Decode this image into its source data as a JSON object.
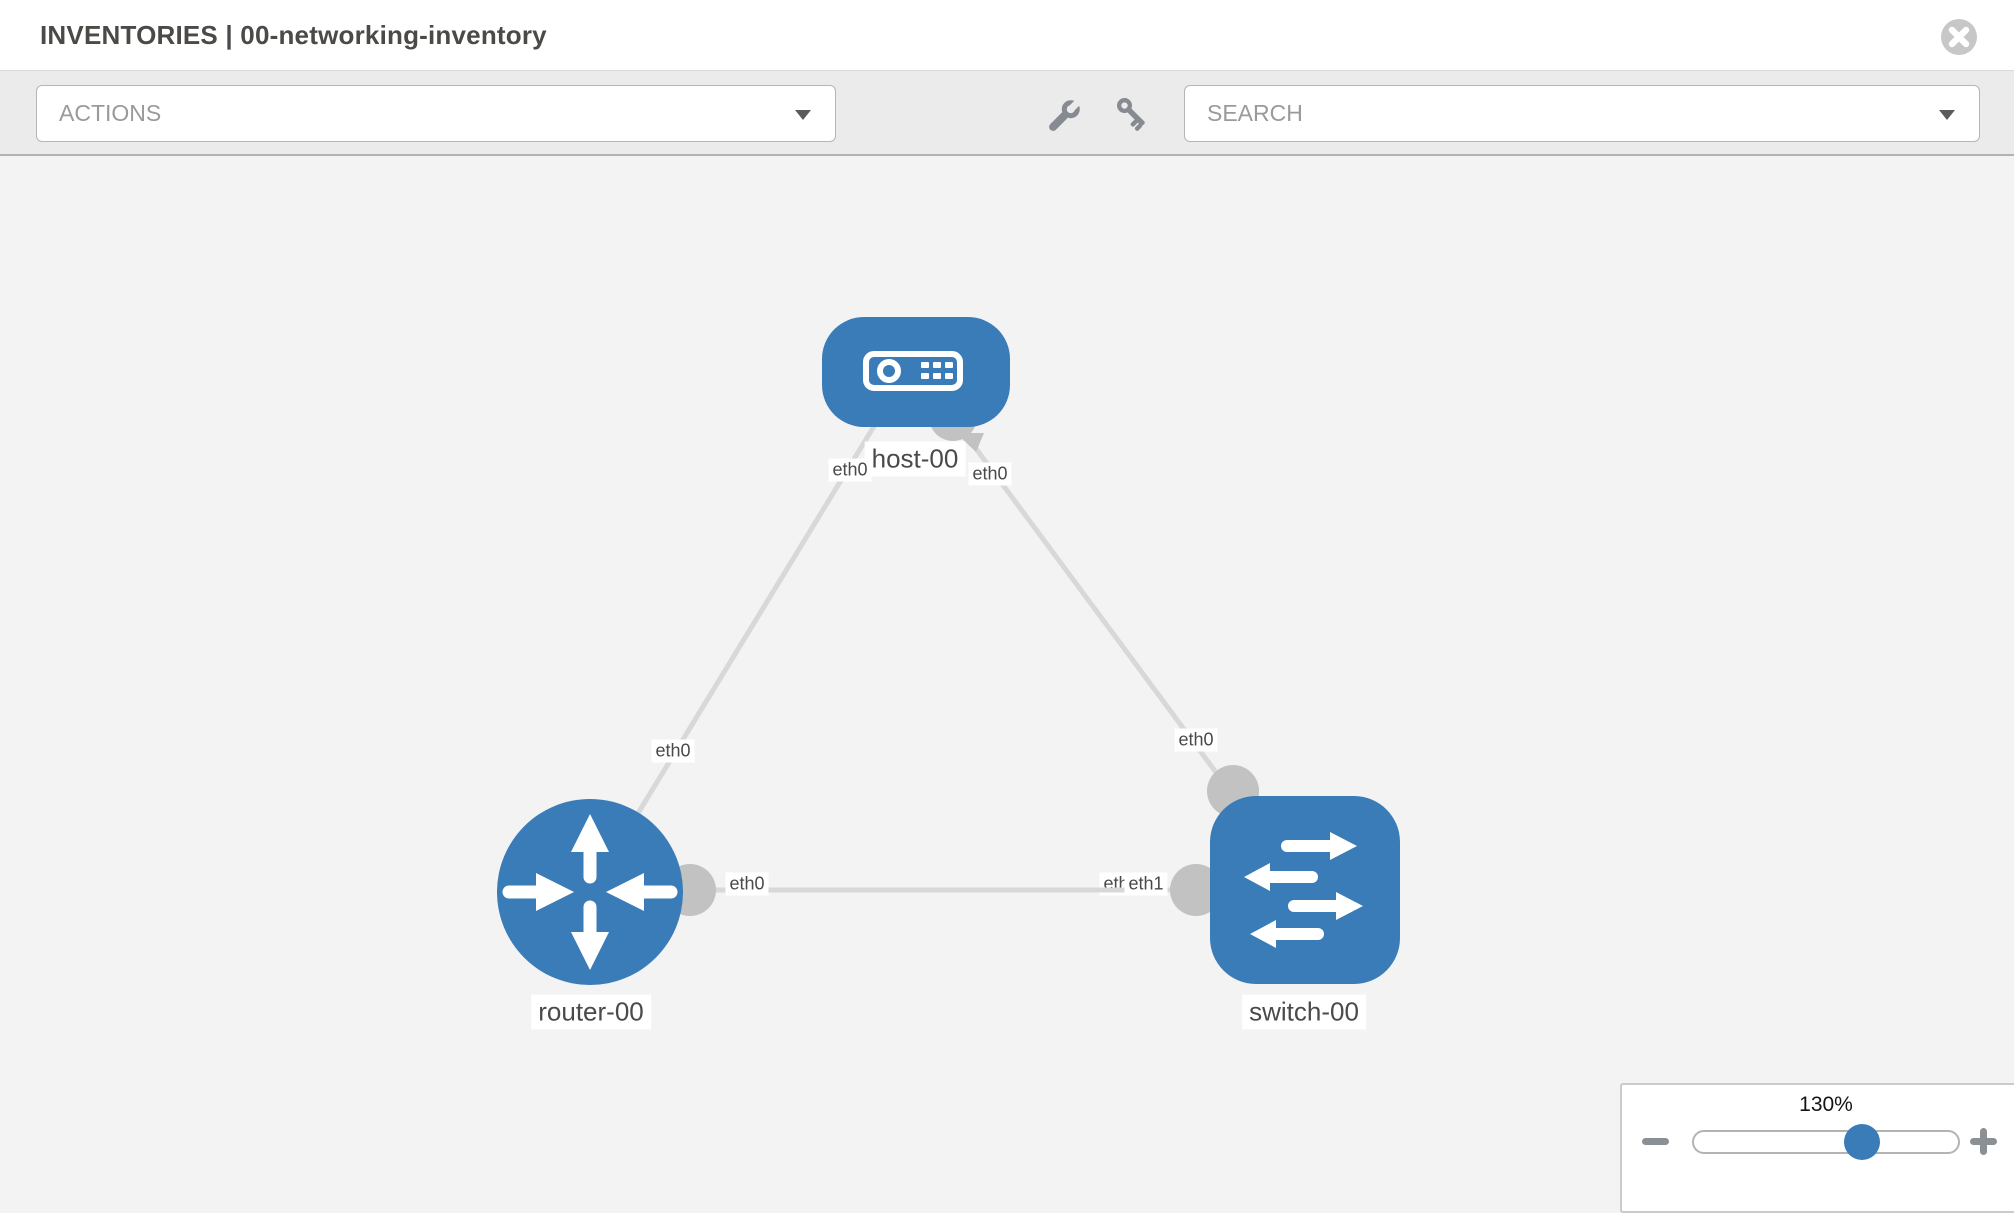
{
  "header": {
    "title": "INVENTORIES | 00-networking-inventory"
  },
  "toolbar": {
    "actions_label": "ACTIONS",
    "search_label": "SEARCH",
    "icons": [
      "wrench-icon",
      "key-icon"
    ]
  },
  "topology": {
    "nodes": [
      {
        "id": "host-00",
        "type": "host",
        "label": "host-00"
      },
      {
        "id": "router-00",
        "type": "router",
        "label": "router-00"
      },
      {
        "id": "switch-00",
        "type": "switch",
        "label": "switch-00"
      }
    ],
    "links": [
      {
        "from": "host-00",
        "from_if": "eth0",
        "to": "router-00",
        "to_if": "eth0"
      },
      {
        "from": "host-00",
        "from_if": "eth0",
        "to": "switch-00",
        "to_if": "eth0"
      },
      {
        "from": "router-00",
        "from_if": "eth0",
        "to": "switch-00",
        "to_if": "eth1"
      }
    ],
    "iface_labels": {
      "host_left": "eth0",
      "host_right": "eth0",
      "router_top": "eth0",
      "switch_top": "eth0",
      "mid_left": "eth0",
      "mid_right_under": "eth0",
      "mid_right_over": "eth1"
    }
  },
  "zoom_control": {
    "percent": "130%"
  },
  "colors": {
    "node_blue": "#3a7cb8",
    "link_gray": "#d8d8d8",
    "connector_gray": "#c2c2c2",
    "toolbar_bg": "#ebebeb",
    "canvas_bg": "#f3f3f3"
  }
}
